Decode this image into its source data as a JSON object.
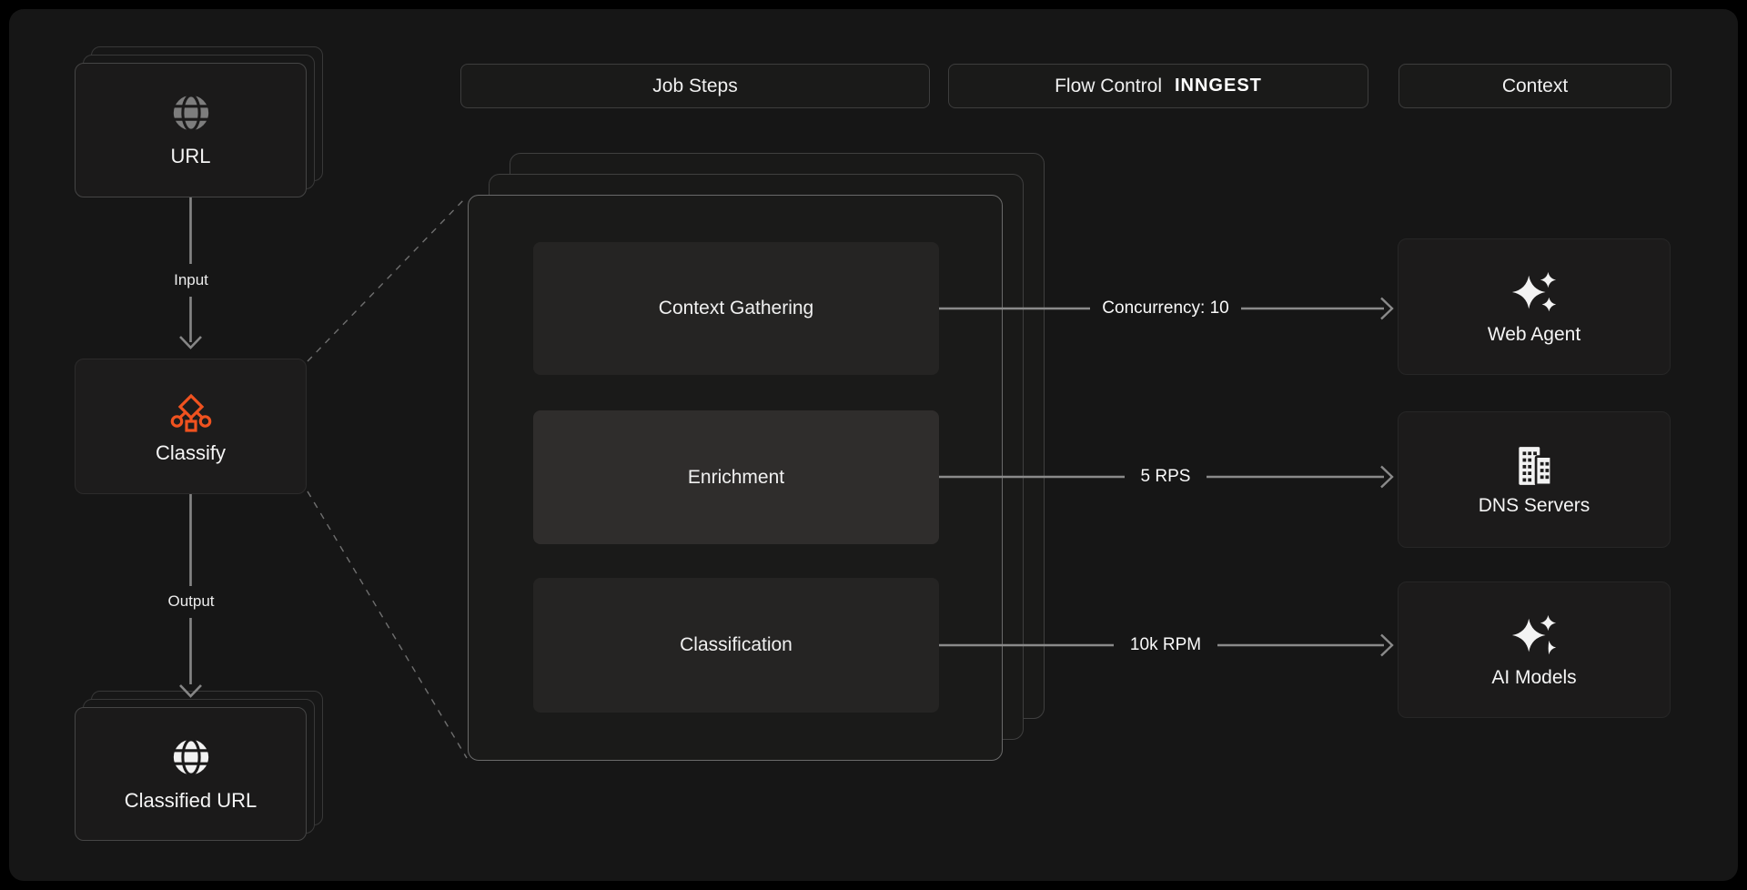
{
  "title_row": {
    "job_steps": "Job Steps",
    "flow_control": "Flow Control",
    "flow_control_logo": "INNGEST",
    "context": "Context"
  },
  "left_flow": {
    "url_card_label": "URL",
    "input_arrow_label": "Input",
    "classify_label": "Classify",
    "output_arrow_label": "Output",
    "classified_card_label": "Classified URL"
  },
  "job_steps_panel": {
    "step1": "Context Gathering",
    "step2": "Enrichment",
    "step3": "Classification"
  },
  "flow_controls": {
    "concurrency": "Concurrency: 10",
    "rps": "5 RPS",
    "rpm": "10k RPM"
  },
  "context_nodes": {
    "web_agent": "Web Agent",
    "dns_servers": "DNS Servers",
    "ai_models": "AI Models"
  },
  "icons": {
    "url_card": "globe-icon",
    "classified_card": "globe-icon",
    "classify_node": "classify-branch-icon",
    "web_agent": "sparkles-icon",
    "dns_servers": "building-icon",
    "ai_models": "sparkles-icon"
  },
  "colors": {
    "accent_orange": "#f0521f",
    "arrow_gray": "#8a8a8a",
    "canvas_bg": "#161616",
    "highlight_step_bg": "#2f2d2c"
  }
}
